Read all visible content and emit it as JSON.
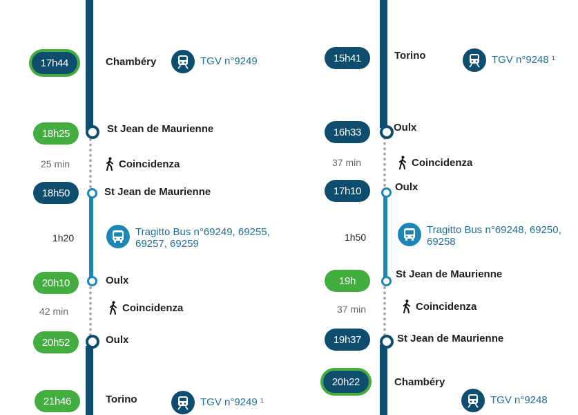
{
  "left": {
    "times": [
      "17h44",
      "18h25",
      "18h50",
      "20h10",
      "20h52",
      "21h46"
    ],
    "stops": [
      "Chambéry",
      "St Jean de Maurienne",
      "St Jean de Maurienne",
      "Oulx",
      "Oulx",
      "Torino"
    ],
    "durations": [
      "25 min",
      "1h20",
      "42 min"
    ],
    "walk_label": "Coincidenza",
    "train_1": "TGV n°9249",
    "bus": "Tragitto Bus n°69249, 69255, 69257, 69259",
    "train_2": "TGV n°9249 ¹"
  },
  "right": {
    "times": [
      "15h41",
      "16h33",
      "17h10",
      "19h",
      "19h37",
      "20h22"
    ],
    "stops": [
      "Torino",
      "Oulx",
      "Oulx",
      "St Jean de Maurienne",
      "St Jean de Maurienne",
      "Chambéry"
    ],
    "durations": [
      "37 min",
      "1h50",
      "37 min"
    ],
    "walk_label": "Coincidenza",
    "train_1": "TGV n°9248 ¹",
    "bus": "Tragitto Bus n°69248, 69250, 69258",
    "train_2": "TGV n°9248"
  },
  "icons": {
    "train": "train-icon",
    "bus": "bus-icon",
    "walk": "pedestrian-icon"
  },
  "colors": {
    "navy": "#0e4d6e",
    "green": "#43ad3f",
    "bus_blue": "#1e86b4",
    "link": "#1f6d96"
  }
}
